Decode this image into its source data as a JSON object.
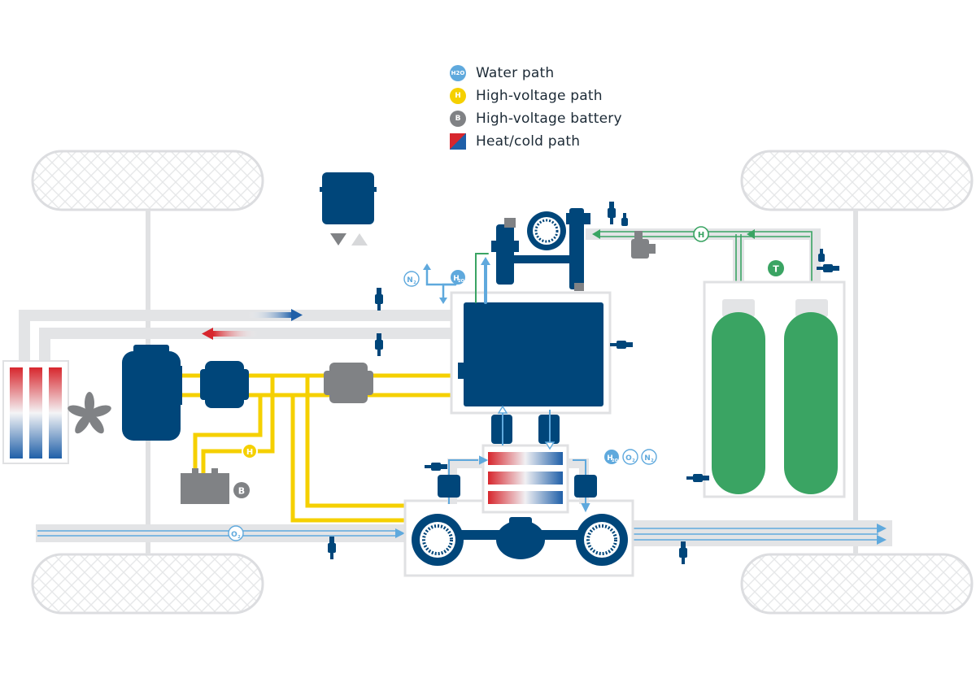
{
  "colors": {
    "navy": "#00467a",
    "grey": "#808285",
    "path_grey": "#e3e4e6",
    "yellow": "#f5d000",
    "green": "#3aa463",
    "water_blue": "#5fa9dd",
    "heat_red": "#d7262d",
    "cold_blue": "#1f5fa8"
  },
  "legend": {
    "water": {
      "icon": "water-icon",
      "symbol": "H2O",
      "label": "Water path"
    },
    "hv": {
      "icon": "high-voltage-icon",
      "symbol": "H",
      "label": "High-voltage path"
    },
    "battery": {
      "icon": "battery-icon",
      "symbol": "B",
      "label": "High-voltage battery"
    },
    "heat": {
      "icon": "heat-cold-icon",
      "label": "Heat/cold path"
    }
  },
  "labels": {
    "h_hv": "H",
    "h_hydrogen": "H",
    "battery": "B",
    "tank": "T",
    "n2_top": "N",
    "n2_top_sub": "2",
    "h2o_top": "H",
    "h2o_top_sub": "2O",
    "h2o_right": "H",
    "h2o_right_sub": "2O",
    "o2_right": "O",
    "o2_right_sub": "2",
    "n2_right": "N",
    "n2_right_sub": "2",
    "o2_intake": "O",
    "o2_intake_sub": "2"
  }
}
